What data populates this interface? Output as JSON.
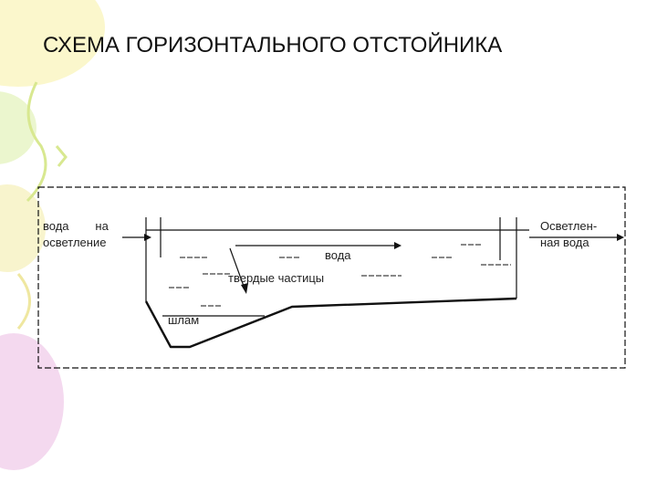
{
  "title": "СХЕМА  ГОРИЗОНТАЛЬНОГО ОТСТОЙНИКА",
  "labels": {
    "inlet_line1": "вода        на",
    "inlet_line2": "осветление",
    "outlet_line1": "Осветлен-",
    "outlet_line2": "ная вода",
    "water": "вода",
    "particles": "твердые частицы",
    "sludge": "шлам"
  },
  "colors": {
    "lines": "#111111",
    "balloon_yellow": "#f7f0a0",
    "balloon_green": "#d9f0a8",
    "balloon_pink": "#f0c8e8"
  }
}
